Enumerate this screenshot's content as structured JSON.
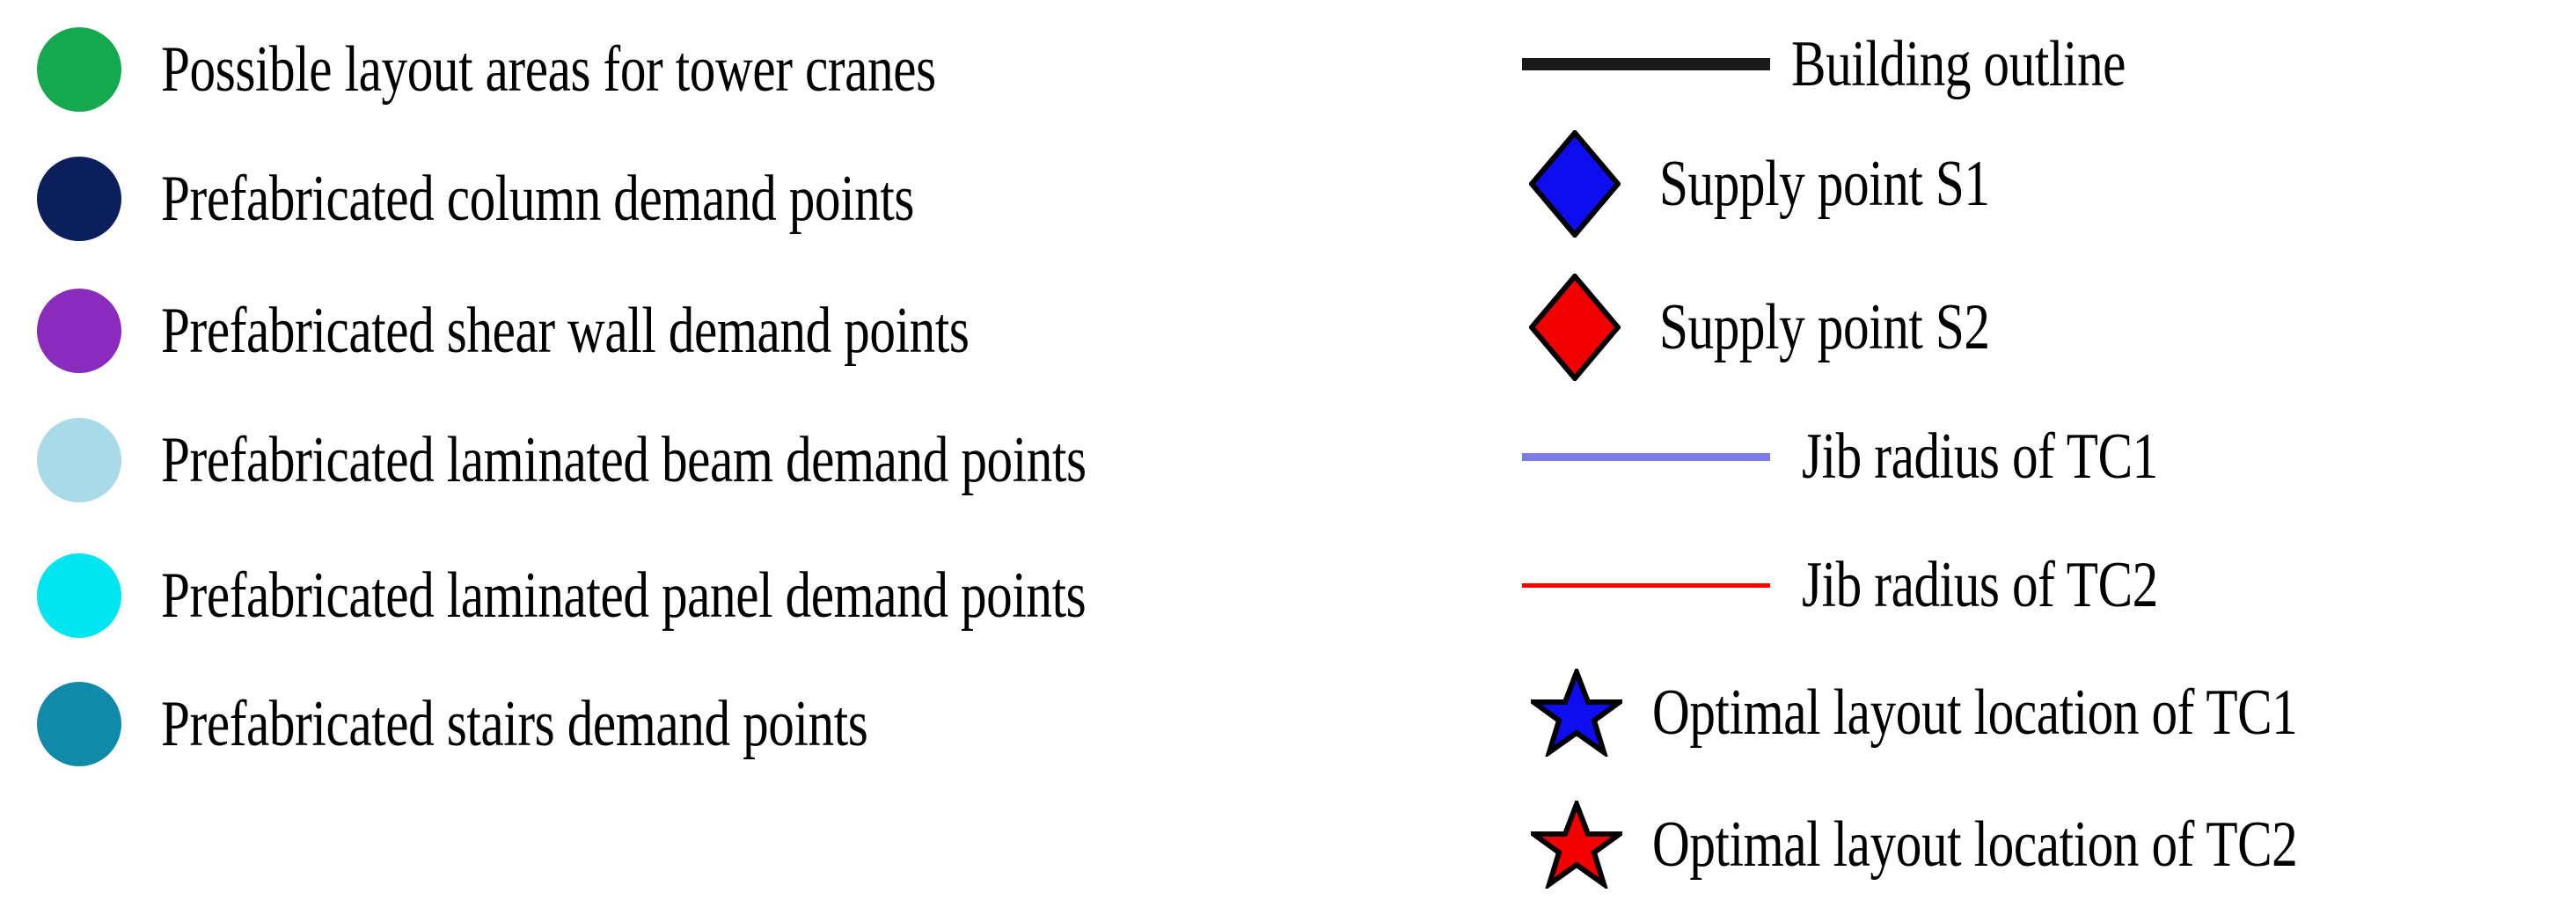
{
  "legend": {
    "left_column": [
      {
        "id": "possible-layout-areas",
        "label": "Possible layout areas for tower cranes",
        "marker": "circle",
        "icon_name": "green-circle-icon",
        "color": "#14A94F"
      },
      {
        "id": "prefab-column",
        "label": "Prefabricated column demand points",
        "marker": "circle",
        "icon_name": "navy-circle-icon",
        "color": "#0A1F5C"
      },
      {
        "id": "prefab-shear-wall",
        "label": "Prefabricated shear wall demand points",
        "marker": "circle",
        "icon_name": "purple-circle-icon",
        "color": "#8B2BBE"
      },
      {
        "id": "prefab-laminated-beam",
        "label": "Prefabricated laminated beam demand points",
        "marker": "circle",
        "icon_name": "light-blue-circle-icon",
        "color": "#A9DAE8"
      },
      {
        "id": "prefab-laminated-panel",
        "label": "Prefabricated laminated panel demand points",
        "marker": "circle",
        "icon_name": "cyan-circle-icon",
        "color": "#00E5F0"
      },
      {
        "id": "prefab-stairs",
        "label": "Prefabricated stairs demand points",
        "marker": "circle",
        "icon_name": "teal-circle-icon",
        "color": "#118AAA"
      }
    ],
    "right_column": [
      {
        "id": "building-outline",
        "label": "Building outline",
        "marker": "line",
        "icon_name": "black-line-icon",
        "color": "#1A1A1A",
        "thickness": "14"
      },
      {
        "id": "supply-point-s1",
        "label": "Supply point S1",
        "marker": "diamond",
        "icon_name": "blue-diamond-icon",
        "color": "#0D0DEF",
        "stroke": "#000000"
      },
      {
        "id": "supply-point-s2",
        "label": "Supply point S2",
        "marker": "diamond",
        "icon_name": "red-diamond-icon",
        "color": "#F20000",
        "stroke": "#000000"
      },
      {
        "id": "jib-radius-tc1",
        "label": "Jib radius of TC1",
        "marker": "line",
        "icon_name": "periwinkle-line-icon",
        "color": "#7C7CE8",
        "thickness": "9"
      },
      {
        "id": "jib-radius-tc2",
        "label": "Jib radius of TC2",
        "marker": "line",
        "icon_name": "red-line-icon",
        "color": "#FF0000",
        "thickness": "5"
      },
      {
        "id": "optimal-layout-tc1",
        "label": "Optimal layout location of TC1",
        "marker": "star",
        "icon_name": "blue-star-icon",
        "color": "#0D0DEF",
        "stroke": "#000000"
      },
      {
        "id": "optimal-layout-tc2",
        "label": "Optimal layout location of TC2",
        "marker": "star",
        "icon_name": "red-star-icon",
        "color": "#F20000",
        "stroke": "#000000"
      }
    ]
  }
}
